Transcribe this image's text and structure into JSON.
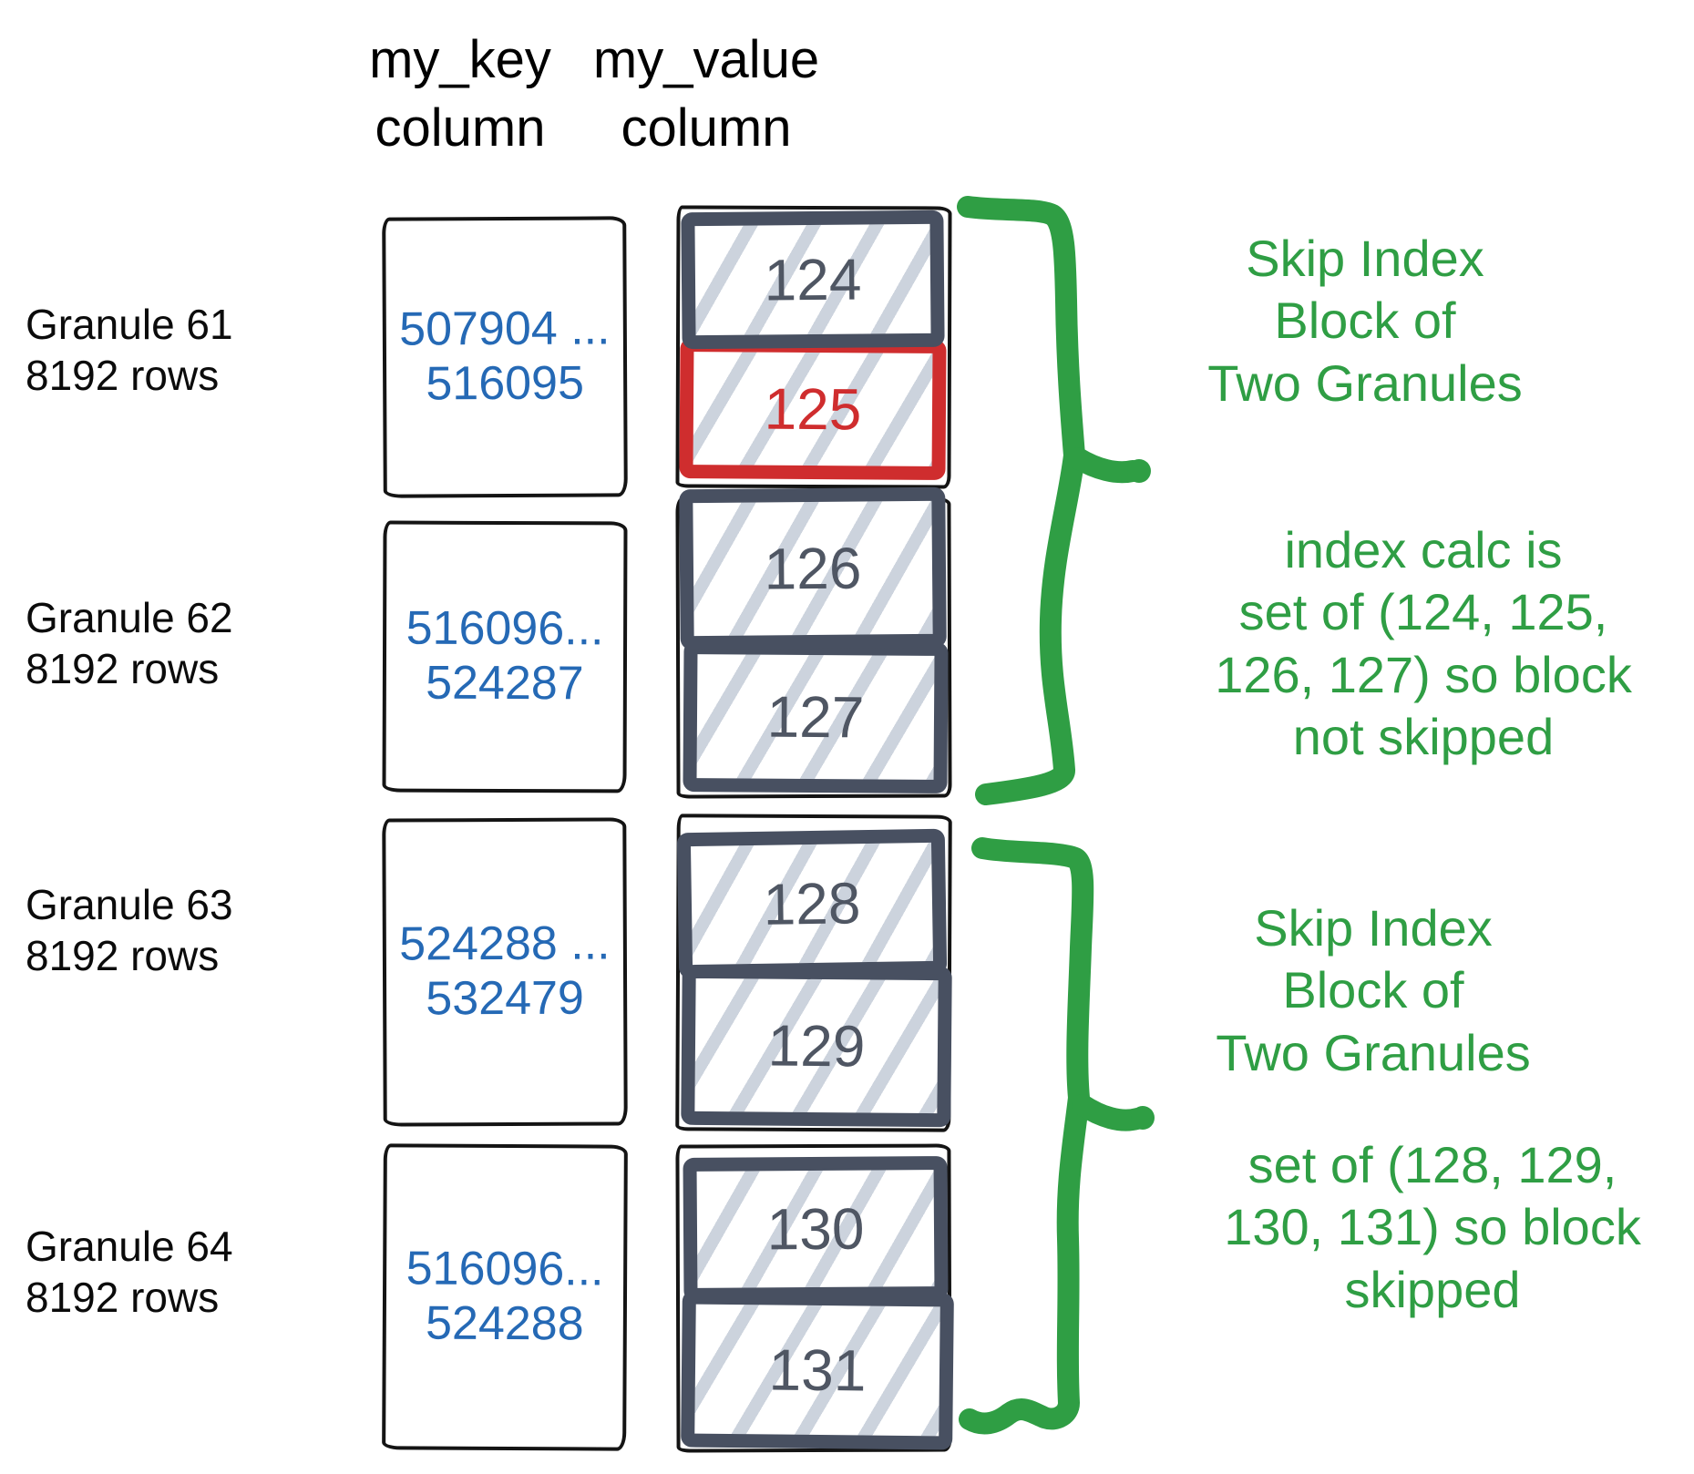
{
  "headers": {
    "key": "my_key\ncolumn",
    "value": "my_value\ncolumn"
  },
  "granules": [
    {
      "label": "Granule 61\n8192 rows",
      "key_range": "507904 ...\n516095",
      "values": [
        {
          "n": "124",
          "highlight": false
        },
        {
          "n": "125",
          "highlight": true
        }
      ]
    },
    {
      "label": "Granule 62\n8192 rows",
      "key_range": "516096...\n524287",
      "values": [
        {
          "n": "126",
          "highlight": false
        },
        {
          "n": "127",
          "highlight": false
        }
      ]
    },
    {
      "label": "Granule 63\n8192 rows",
      "key_range": "524288 ...\n532479",
      "values": [
        {
          "n": "128",
          "highlight": false
        },
        {
          "n": "129",
          "highlight": false
        }
      ]
    },
    {
      "label": "Granule 64\n8192 rows",
      "key_range": "516096...\n524288",
      "values": [
        {
          "n": "130",
          "highlight": false
        },
        {
          "n": "131",
          "highlight": false
        }
      ]
    }
  ],
  "annotations": [
    {
      "text": "Skip Index\nBlock of\nTwo Granules"
    },
    {
      "text": "index calc is\nset of (124, 125,\n126, 127) so block\nnot skipped"
    },
    {
      "text": "Skip Index\nBlock of\nTwo Granules"
    },
    {
      "text": "set of (128, 129,\n130, 131) so block\nskipped"
    }
  ],
  "colors": {
    "green": "#2f9e44",
    "red": "#cf2d2e",
    "blue": "#2569b5",
    "slate_border": "#485061",
    "number_gray": "#4f5663",
    "hatch": "#ccd3dd",
    "sketch_black": "#141414"
  }
}
